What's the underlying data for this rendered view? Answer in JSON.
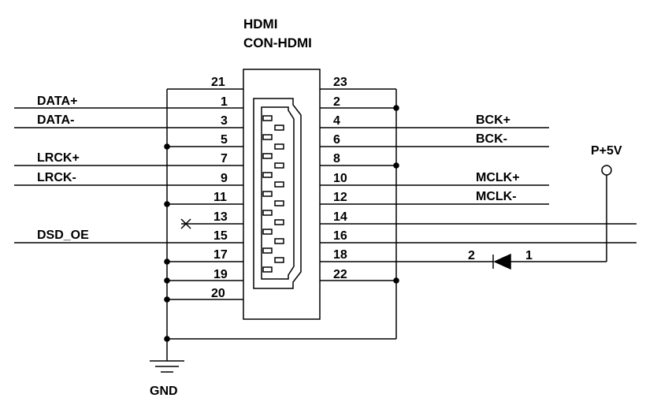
{
  "component": {
    "name": "HDMI",
    "part": "CON-HDMI"
  },
  "pins": {
    "p1": "1",
    "p2": "2",
    "p3": "3",
    "p4": "4",
    "p5": "5",
    "p6": "6",
    "p7": "7",
    "p8": "8",
    "p9": "9",
    "p10": "10",
    "p11": "11",
    "p12": "12",
    "p13": "13",
    "p14": "14",
    "p15": "15",
    "p16": "16",
    "p17": "17",
    "p18": "18",
    "p19": "19",
    "p20": "20",
    "p21": "21",
    "p22": "22",
    "p23": "23"
  },
  "signals": {
    "data_p": "DATA+",
    "data_n": "DATA-",
    "lrck_p": "LRCK+",
    "lrck_n": "LRCK-",
    "dsd_oe": "DSD_OE",
    "bck_p": "BCK+",
    "bck_n": "BCK-",
    "mclk_p": "MCLK+",
    "mclk_n": "MCLK-"
  },
  "power": {
    "label": "P+5V"
  },
  "ground": {
    "label": "GND"
  },
  "diode": {
    "pin_a": "2",
    "pin_b": "1"
  },
  "icons": [
    "hdmi-port-icon",
    "ground-symbol-icon",
    "diode-icon",
    "power-terminal-icon",
    "no-connect-icon"
  ]
}
